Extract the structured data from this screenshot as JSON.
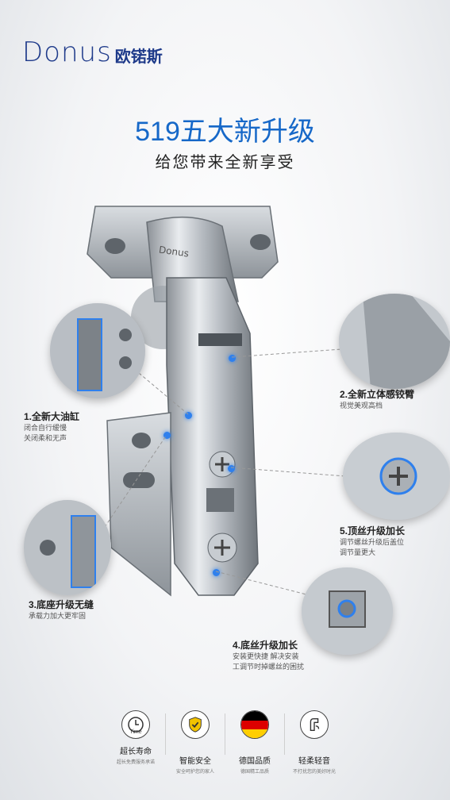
{
  "brand": {
    "latin": "Donus",
    "cn": "欧锘斯",
    "color": "#1e3a8a"
  },
  "headline": "519五大新升级",
  "subline": "给您带来全新享受",
  "hinge_stamp": "Donus",
  "callouts": [
    {
      "title": "1.全新大油缸",
      "desc1": "闭合自行缓慢",
      "desc2": "关闭柔和无声"
    },
    {
      "title": "2.全新立体感铰臂",
      "desc1": "视觉美观高档",
      "desc2": ""
    },
    {
      "title": "3.底座升级无缝",
      "desc1": "承载力加大更牢固",
      "desc2": ""
    },
    {
      "title": "4.底丝升级加长",
      "desc1": "安装更快捷 解决安装",
      "desc2": "工调节时掉螺丝的困扰"
    },
    {
      "title": "5.顶丝升级加长",
      "desc1": "调节螺丝升级后盖位",
      "desc2": "调节量更大"
    }
  ],
  "features": [
    {
      "icon": "clock-icon",
      "clock_text": "Time",
      "name": "超长寿命",
      "sub": "超长免费服务承诺"
    },
    {
      "icon": "shield-check-icon",
      "name": "智能安全",
      "sub": "安全呵护您的家人"
    },
    {
      "icon": "german-flag-icon",
      "name": "德国品质",
      "sub": "德国精工品质"
    },
    {
      "icon": "soft-close-icon",
      "name": "轻柔轻音",
      "sub": "不打扰您的美好时光"
    }
  ],
  "accent_color": "#2f80ed"
}
